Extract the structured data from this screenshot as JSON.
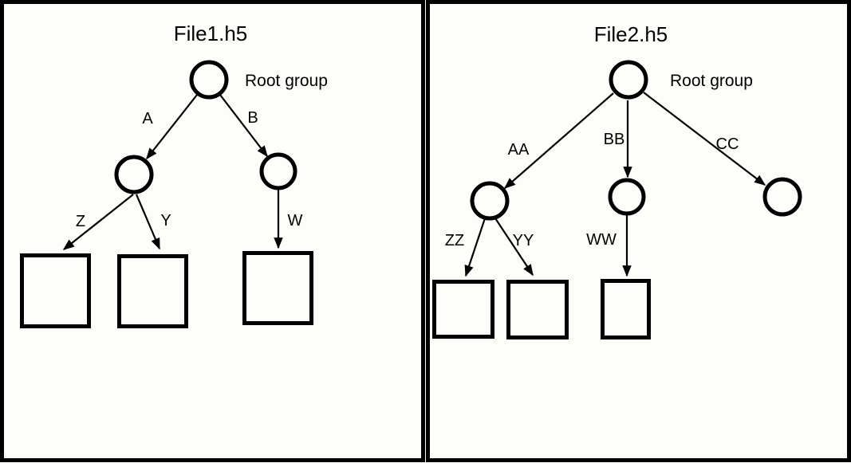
{
  "diagram_type": "hdf5-file-structure-trees",
  "colors": {
    "ink": "#000000",
    "background": "#fdfdfa"
  },
  "panels": [
    {
      "title": "File1.h5",
      "root_label": "Root group",
      "groups": [
        "root",
        "group-1",
        "group-2"
      ],
      "datasets": [
        "dataset-1",
        "dataset-2",
        "dataset-3"
      ],
      "links": [
        {
          "label": "A",
          "from": "root",
          "to": "group-1"
        },
        {
          "label": "B",
          "from": "root",
          "to": "group-2"
        },
        {
          "label": "Z",
          "from": "group-1",
          "to": "dataset-1"
        },
        {
          "label": "Y",
          "from": "group-1",
          "to": "dataset-2"
        },
        {
          "label": "W",
          "from": "group-2",
          "to": "dataset-3"
        }
      ]
    },
    {
      "title": "File2.h5",
      "root_label": "Root group",
      "groups": [
        "root",
        "group-1",
        "group-2",
        "group-3"
      ],
      "datasets": [
        "dataset-1",
        "dataset-2",
        "dataset-3"
      ],
      "links": [
        {
          "label": "AA",
          "from": "root",
          "to": "group-1"
        },
        {
          "label": "BB",
          "from": "root",
          "to": "group-2"
        },
        {
          "label": "CC",
          "from": "root",
          "to": "group-3"
        },
        {
          "label": "ZZ",
          "from": "group-1",
          "to": "dataset-1"
        },
        {
          "label": "YY",
          "from": "group-1",
          "to": "dataset-2"
        },
        {
          "label": "WW",
          "from": "group-2",
          "to": "dataset-3"
        }
      ]
    }
  ]
}
